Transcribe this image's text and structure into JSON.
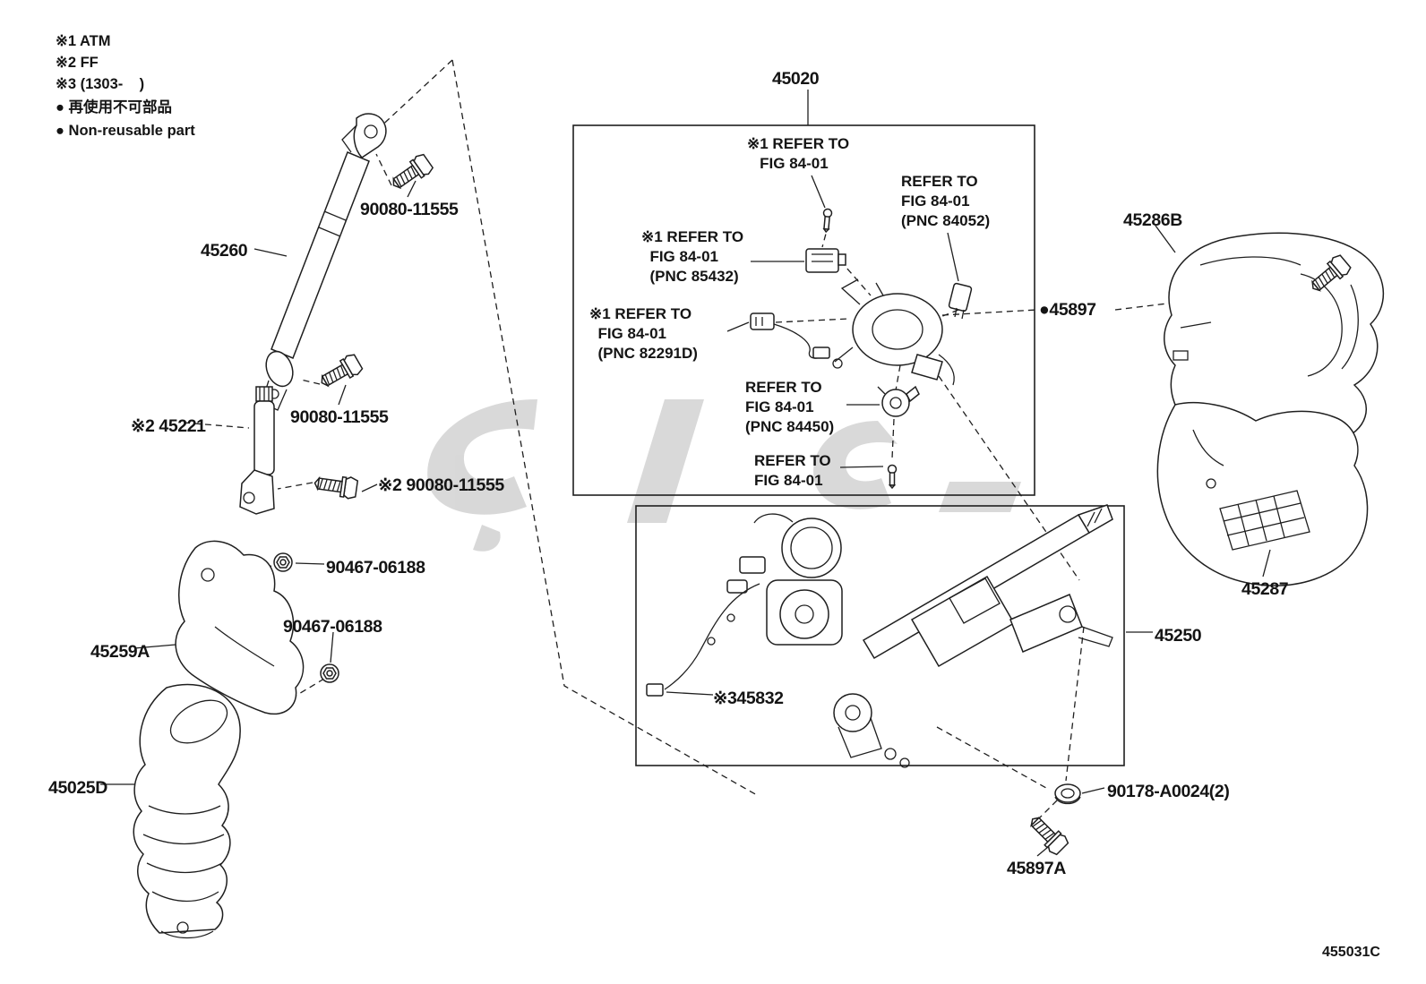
{
  "figure": {
    "code": "455031C",
    "title_part": "45020"
  },
  "legend": {
    "items": [
      "※1 ATM",
      "※2 FF",
      "※3 (1303-    )",
      "● 再使用不可部品",
      "● Non-reusable part"
    ]
  },
  "labels": {
    "p45020": "45020",
    "refer1": "※1 REFER TO\n   FIG 84-01",
    "refer84052": "REFER TO\nFIG 84-01\n(PNC 84052)",
    "p45286B": "45286B",
    "refer85432": "※1 REFER TO\n  FIG 84-01\n  (PNC 85432)",
    "p90080a": "90080-11555",
    "p45260": "45260",
    "p45897": "●45897",
    "refer82291D": "※1 REFER TO\n  FIG 84-01\n  (PNC 82291D)",
    "refer84450": "REFER TO\nFIG 84-01\n(PNC 84450)",
    "refer8401": "REFER TO\nFIG 84-01",
    "p90080b": "90080-11555",
    "p45221": "※2 45221",
    "p90080c": "※2 90080-11555",
    "p90467a": "90467-06188",
    "p90467b": "90467-06188",
    "p45259A": "45259A",
    "p45287": "45287",
    "p45250": "45250",
    "p45832": "※345832",
    "p45025D": "45025D",
    "p90178": "90178-A0024(2)",
    "p45897A": "45897A"
  },
  "icons": {
    "watermark": "brand-watermark-logo",
    "bolt": "hex-bolt-icon",
    "nut": "flange-nut-icon",
    "screw": "machine-screw-icon"
  }
}
